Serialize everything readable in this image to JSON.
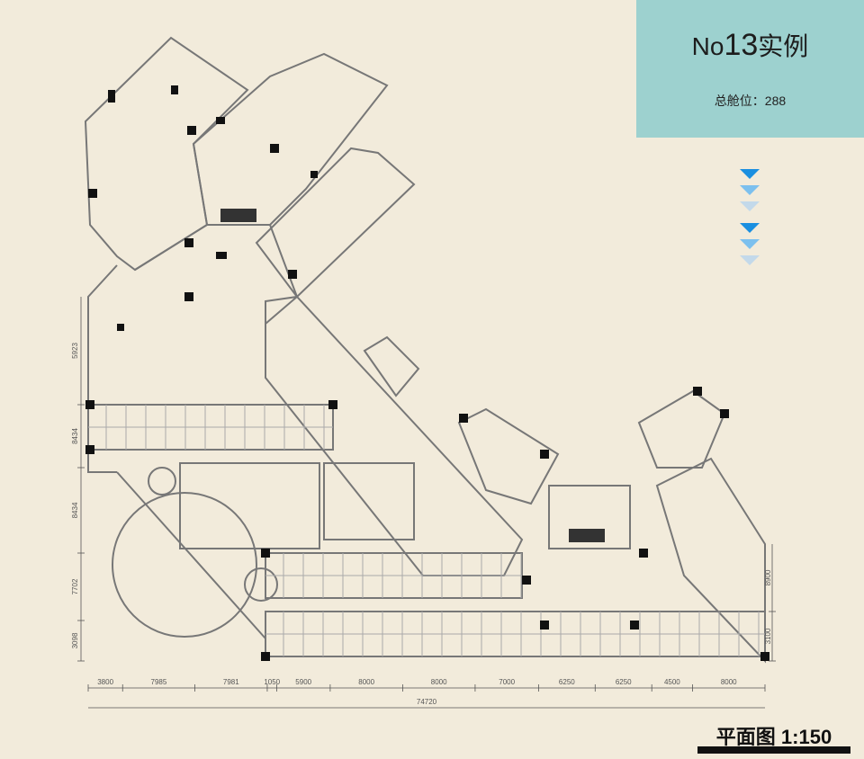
{
  "info": {
    "title_prefix": "No",
    "title_number": "13",
    "title_suffix": "实例",
    "count_label": "总舱位：288"
  },
  "scale_label": "平面图 1:150",
  "dimensions": {
    "bottom": [
      "3800",
      "7985",
      "7981",
      "1050",
      "5900",
      "8000",
      "8000",
      "7000",
      "6250",
      "6250",
      "4500",
      "8000"
    ],
    "total": "74720",
    "left": [
      "5923",
      "8434",
      "8434",
      "7702",
      "3098"
    ],
    "right": [
      "8900",
      "3100"
    ]
  },
  "colors": {
    "background": "#f2ebdb",
    "info_box": "#9dd1cf",
    "arrow_dark": "#1a8fe0",
    "arrow_mid": "#7cc0ee",
    "arrow_light": "#c3d9ea"
  }
}
